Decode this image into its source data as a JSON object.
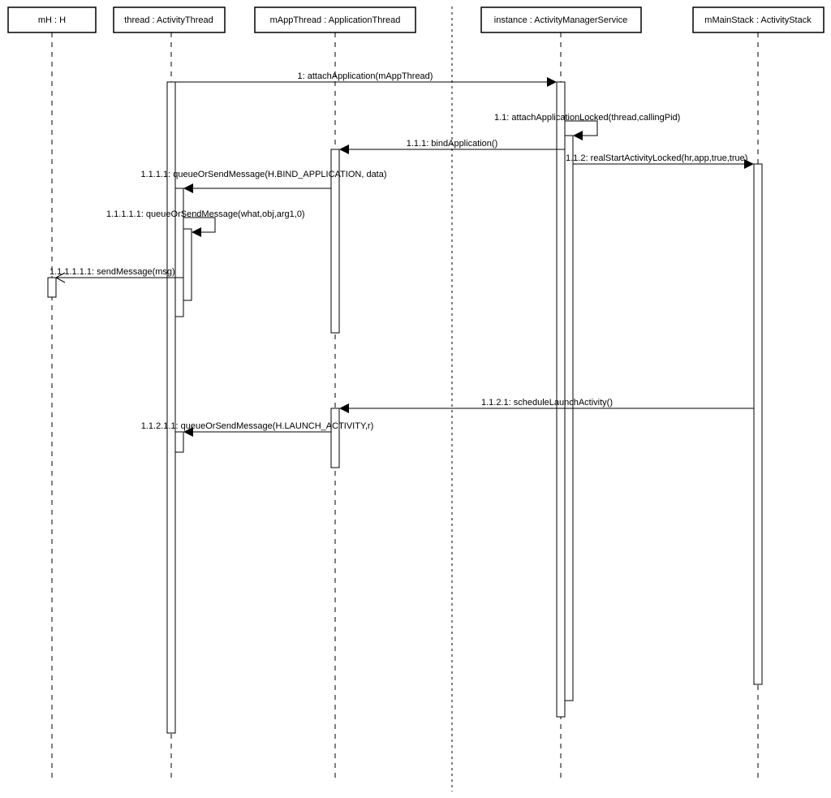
{
  "participants": [
    {
      "id": "mH",
      "label": "mH : H"
    },
    {
      "id": "thread",
      "label": "thread : ActivityThread"
    },
    {
      "id": "mAppThread",
      "label": "mAppThread : ApplicationThread"
    },
    {
      "id": "ams",
      "label": "instance : ActivityManagerService"
    },
    {
      "id": "stack",
      "label": "mMainStack : ActivityStack"
    }
  ],
  "messages": [
    {
      "number": "1",
      "label": "1: attachApplication(mAppThread)"
    },
    {
      "number": "1.1",
      "label": "1.1: attachApplicationLocked(thread,callingPid)"
    },
    {
      "number": "1.1.1",
      "label": "1.1.1: bindApplication()"
    },
    {
      "number": "1.1.2",
      "label": "1.1.2: realStartActivityLocked(hr,app,true,true)"
    },
    {
      "number": "1.1.1.1",
      "label": "1.1.1.1: queueOrSendMessage(H.BIND_APPLICATION, data)"
    },
    {
      "number": "1.1.1.1.1",
      "label": "1.1.1.1.1: queueOrSendMessage(what,obj,arg1,0)"
    },
    {
      "number": "1.1.1.1.1.1",
      "label": "1.1.1.1.1.1: sendMessage(msg)"
    },
    {
      "number": "1.1.2.1",
      "label": "1.1.2.1: scheduleLaunchActivity()"
    },
    {
      "number": "1.1.2.1.1",
      "label": "1.1.2.1.1: queueOrSendMessage(H.LAUNCH_ACTIVITY,r)"
    }
  ]
}
